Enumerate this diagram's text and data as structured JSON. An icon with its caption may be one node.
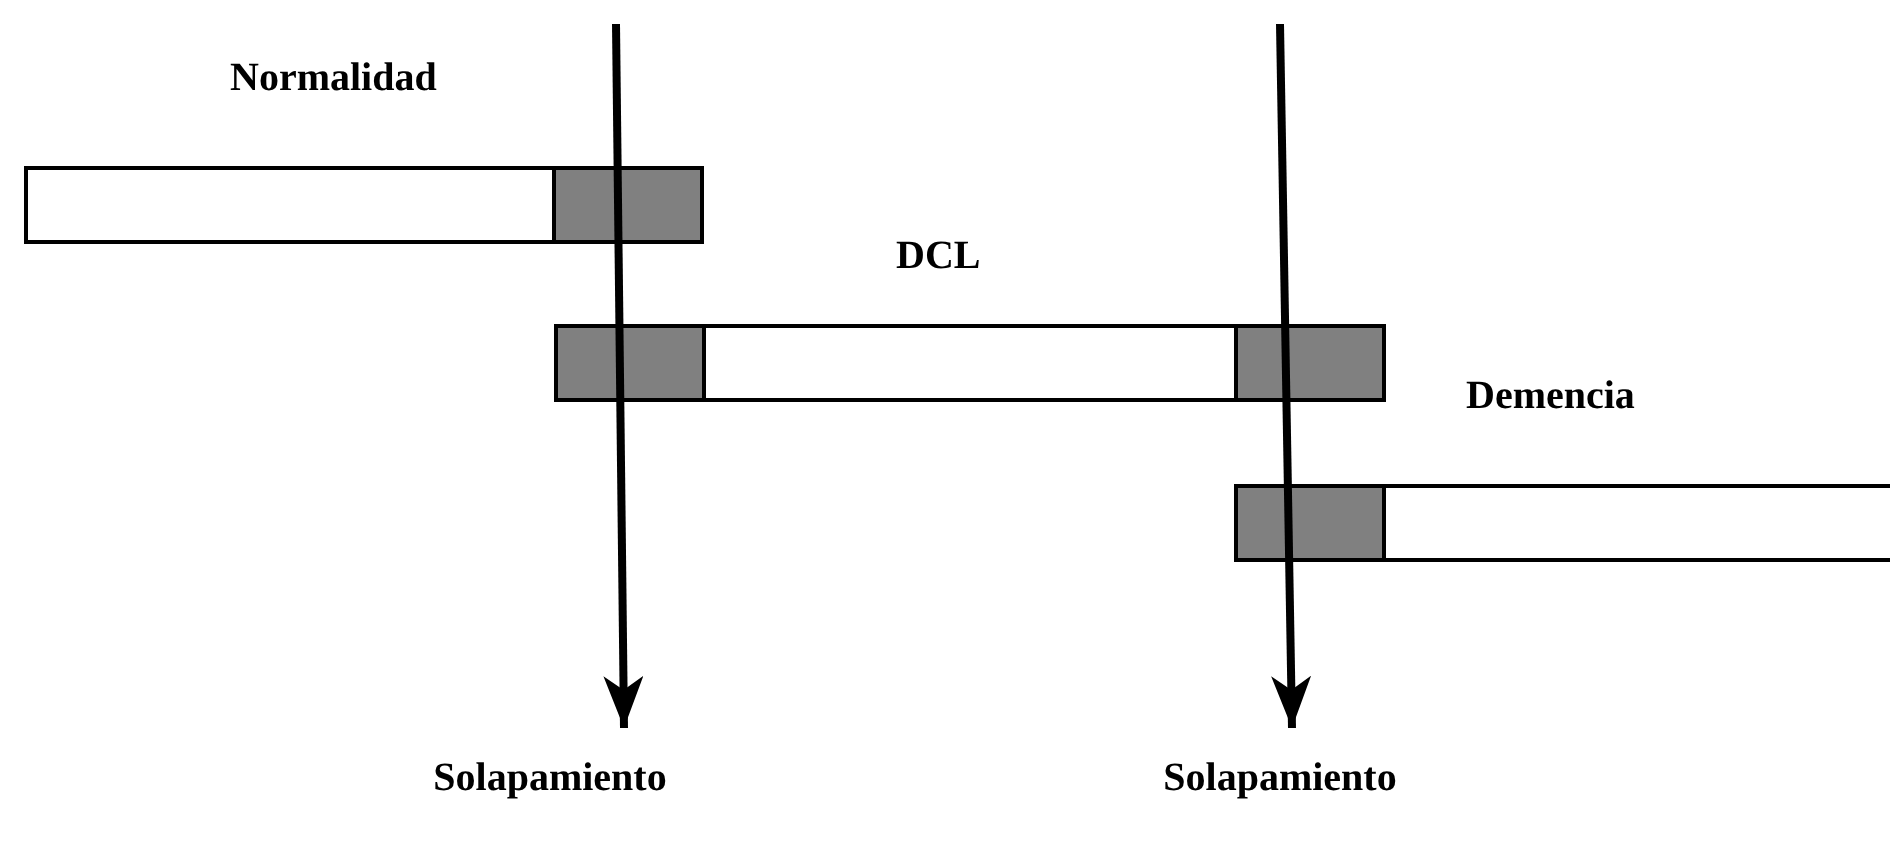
{
  "diagram": {
    "nodes": [
      {
        "text": [
          "Normalidad"
        ]
      },
      {
        "text": [],
        "shape": "box"
      },
      {
        "text": [
          "DCL"
        ]
      },
      {
        "text": [],
        "shape": "box"
      },
      {
        "text": [],
        "shape": "box"
      },
      {
        "text": [
          "Demencia"
        ]
      },
      {
        "text": [],
        "shape": "box"
      },
      {
        "text": [
          "Solapamiento"
        ]
      },
      {
        "text": [
          "Solapamiento"
        ]
      }
    ],
    "edges": [
      {
        "from": null,
        "to": 7,
        "arrow": "to"
      },
      {
        "from": null,
        "to": 8,
        "arrow": "to"
      }
    ]
  }
}
